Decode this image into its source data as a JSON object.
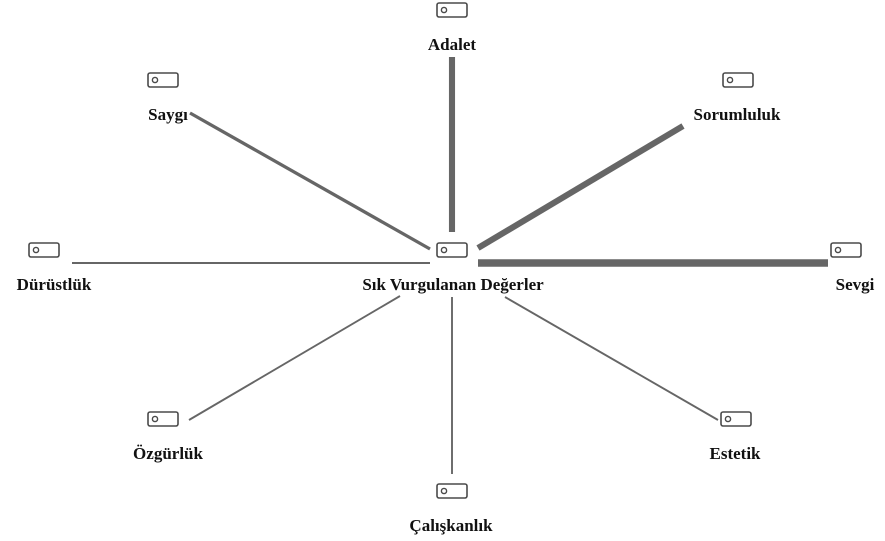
{
  "diagram": {
    "center": {
      "id": "center",
      "label": "Sık Vurgulanan Değerler",
      "icon": "tag-icon"
    },
    "nodes": [
      {
        "id": "adalet",
        "label": "Adalet",
        "icon": "tag-icon"
      },
      {
        "id": "sorumluluk",
        "label": "Sorumluluk",
        "icon": "tag-icon"
      },
      {
        "id": "sevgi",
        "label": "Sevgi",
        "icon": "tag-icon"
      },
      {
        "id": "estetik",
        "label": "Estetik",
        "icon": "tag-icon"
      },
      {
        "id": "caliskanlik",
        "label": "Çalışkanlık",
        "icon": "tag-icon"
      },
      {
        "id": "ozgurluk",
        "label": "Özgürlük",
        "icon": "tag-icon"
      },
      {
        "id": "durustluk",
        "label": "Dürüstlük",
        "icon": "tag-icon"
      },
      {
        "id": "saygi",
        "label": "Saygı",
        "icon": "tag-icon"
      }
    ],
    "edges": [
      {
        "from": "center",
        "to": "adalet",
        "weight": 4
      },
      {
        "from": "center",
        "to": "sorumluluk",
        "weight": 4
      },
      {
        "from": "center",
        "to": "sevgi",
        "weight": 5
      },
      {
        "from": "center",
        "to": "estetik",
        "weight": 1
      },
      {
        "from": "center",
        "to": "caliskanlik",
        "weight": 1
      },
      {
        "from": "center",
        "to": "ozgurluk",
        "weight": 1
      },
      {
        "from": "center",
        "to": "durustluk",
        "weight": 1
      },
      {
        "from": "center",
        "to": "saygi",
        "weight": 2
      }
    ],
    "edge_color": "#666666",
    "label_color": "#111111"
  }
}
